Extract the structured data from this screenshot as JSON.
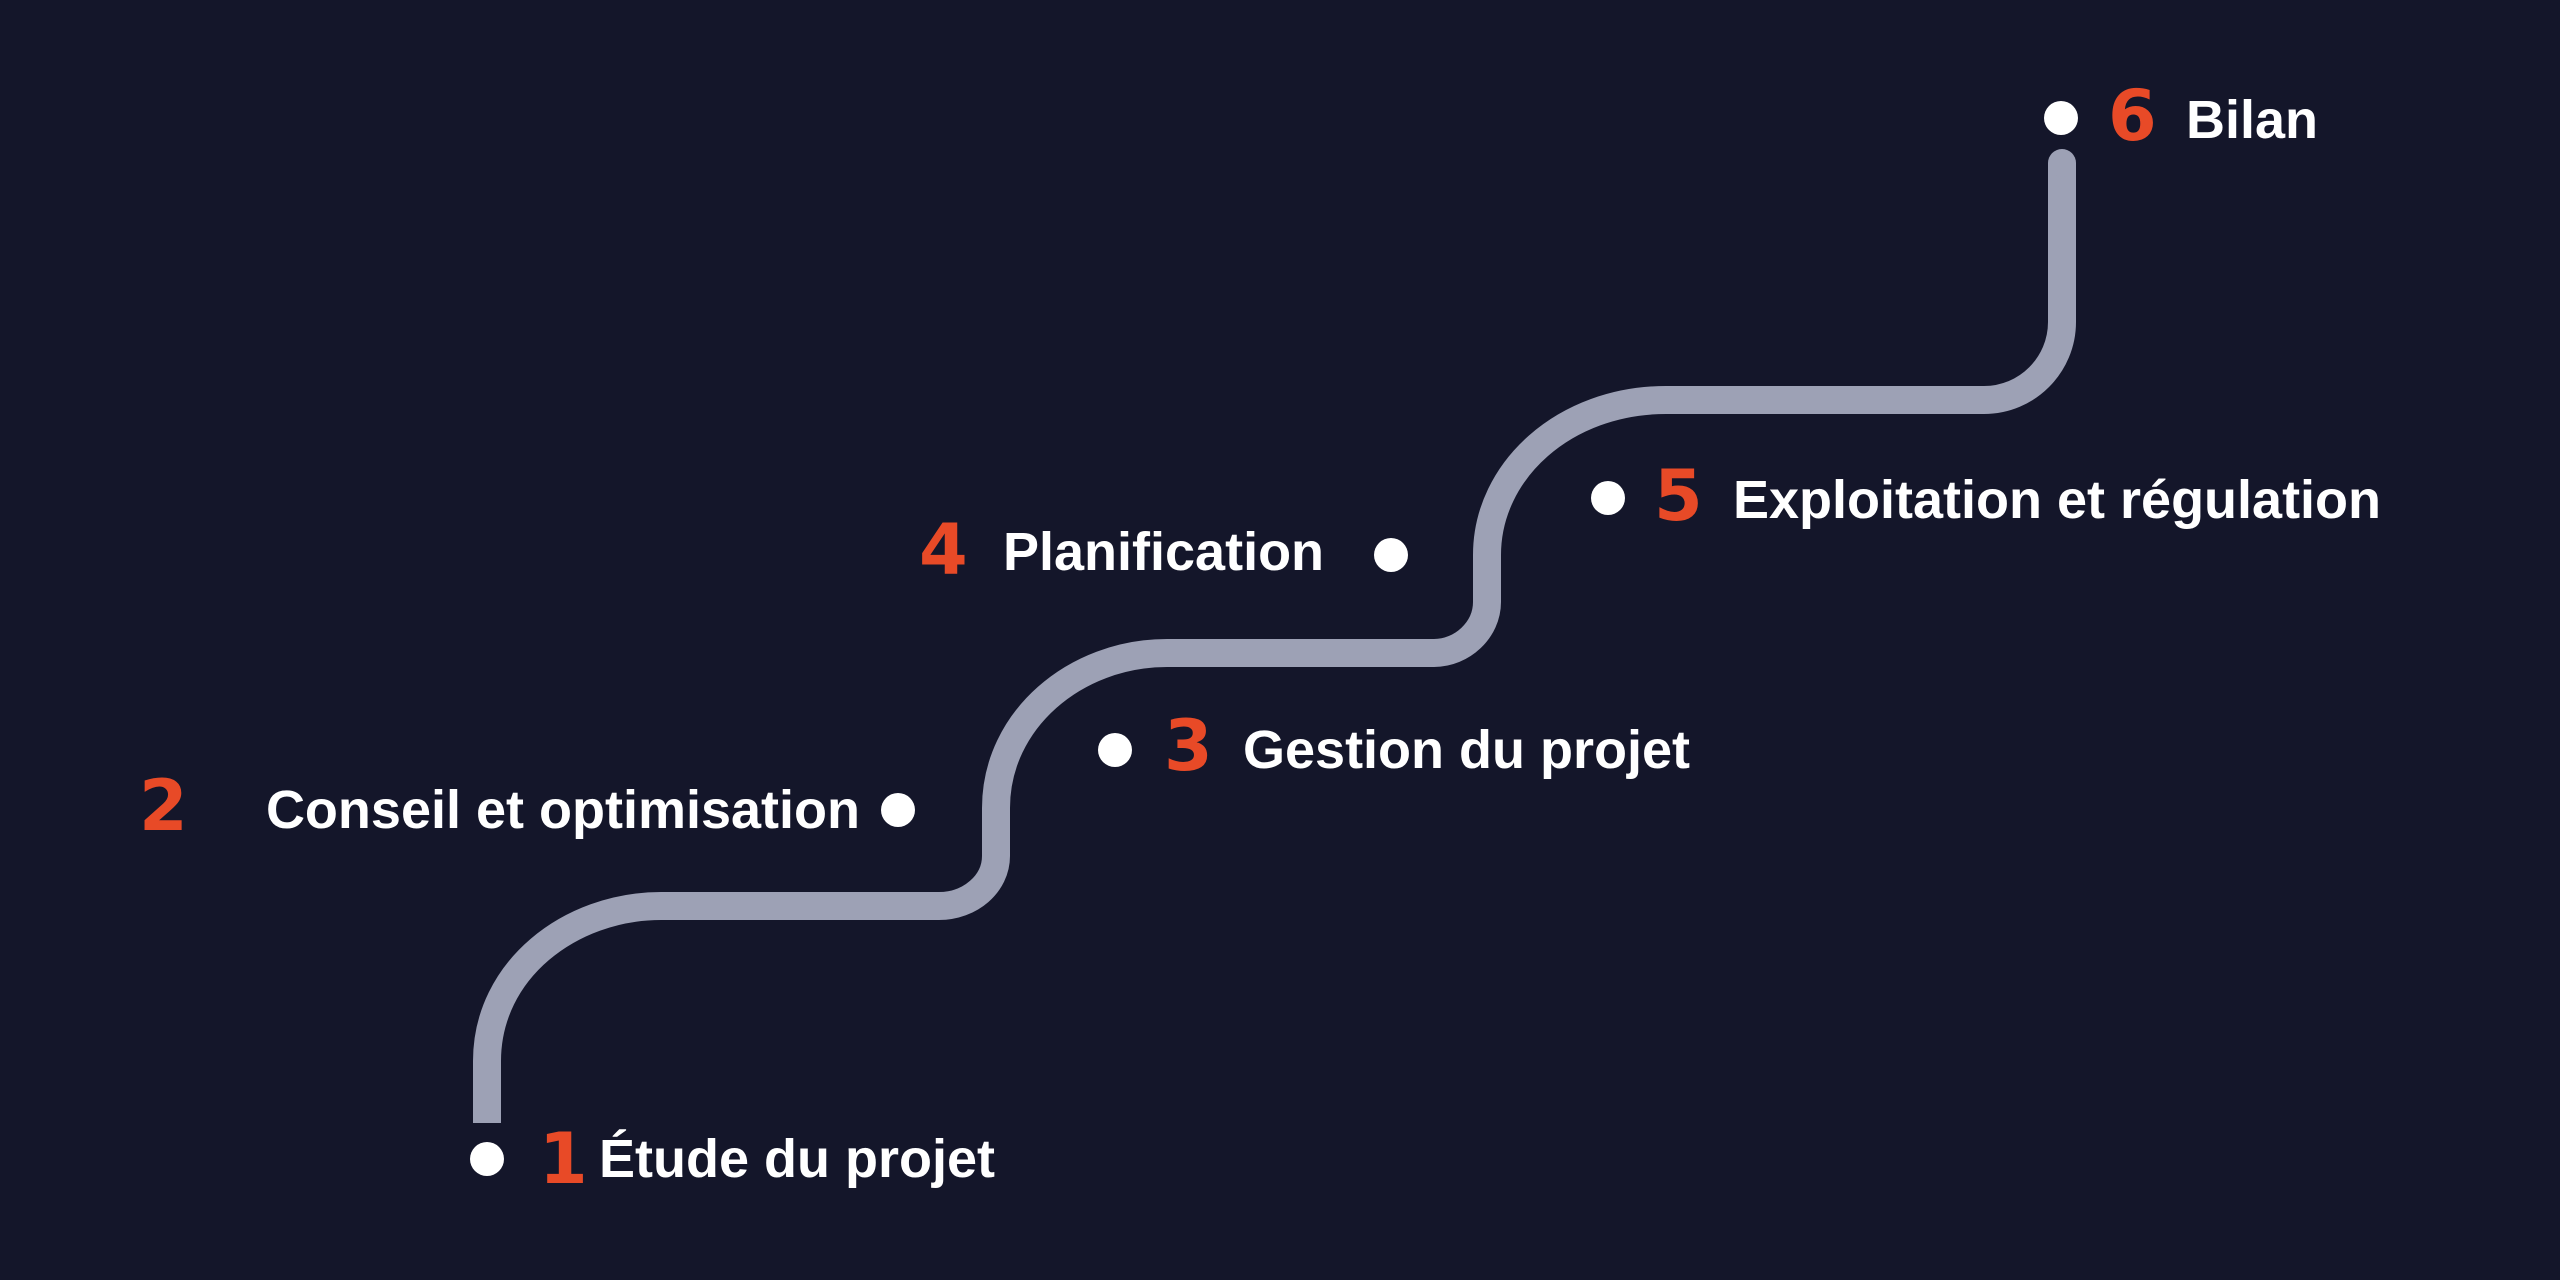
{
  "colors": {
    "background": "#14162a",
    "accent": "#e84a27",
    "path": "#9da1b5",
    "text": "#ffffff"
  },
  "steps": [
    {
      "number": "1",
      "label": "Étude du projet"
    },
    {
      "number": "2",
      "label": "Conseil et optimisation"
    },
    {
      "number": "3",
      "label": "Gestion du projet"
    },
    {
      "number": "4",
      "label": "Planification"
    },
    {
      "number": "5",
      "label": "Exploitation et régulation"
    },
    {
      "number": "6",
      "label": "Bilan"
    }
  ]
}
